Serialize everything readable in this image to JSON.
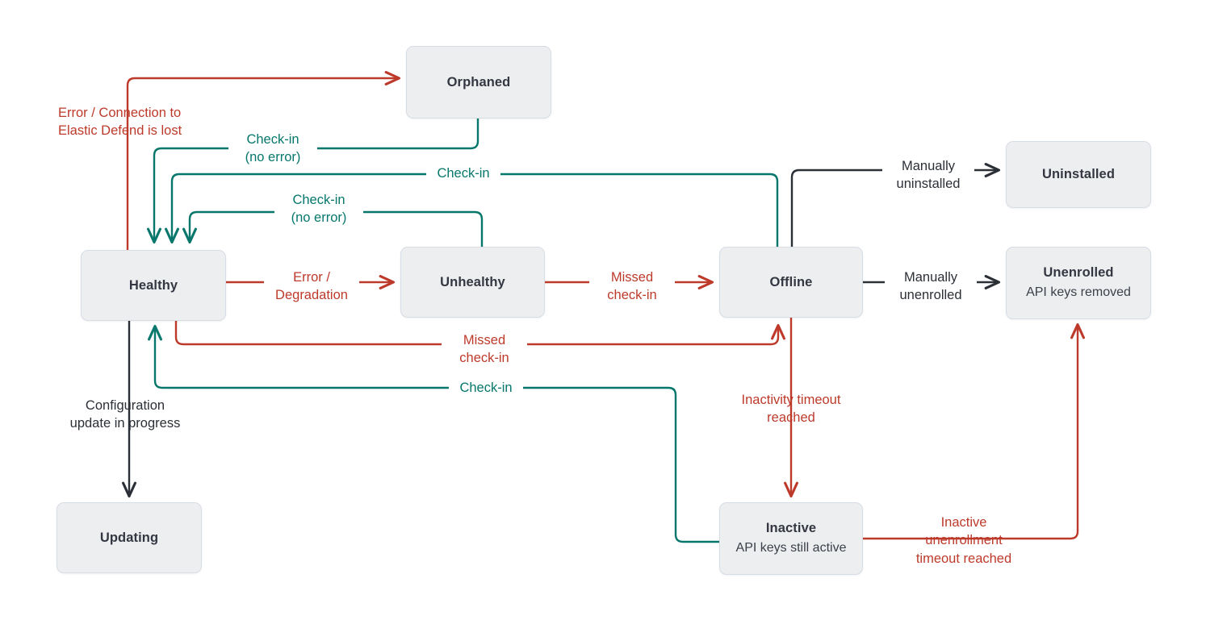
{
  "diagram": {
    "title": "Elastic Agent status state diagram",
    "colors": {
      "error": "#bd3a2b",
      "success": "#07776c",
      "neutral": "#2b2f36",
      "node_fill": "#eceef0",
      "node_border": "#d7dde5",
      "background": "#ffffff"
    },
    "nodes": [
      {
        "id": "orphaned",
        "title": "Orphaned",
        "subtitle": ""
      },
      {
        "id": "healthy",
        "title": "Healthy",
        "subtitle": ""
      },
      {
        "id": "unhealthy",
        "title": "Unhealthy",
        "subtitle": ""
      },
      {
        "id": "offline",
        "title": "Offline",
        "subtitle": ""
      },
      {
        "id": "uninstalled",
        "title": "Uninstalled",
        "subtitle": ""
      },
      {
        "id": "unenrolled",
        "title": "Unenrolled",
        "subtitle": "API keys removed"
      },
      {
        "id": "updating",
        "title": "Updating",
        "subtitle": ""
      },
      {
        "id": "inactive",
        "title": "Inactive",
        "subtitle": "API keys still active"
      }
    ],
    "edges": [
      {
        "id": "healthy-to-orphaned",
        "from": "healthy",
        "to": "orphaned",
        "label": "Error / Connection to\nElastic Defend is lost",
        "color": "error"
      },
      {
        "id": "orphaned-to-healthy",
        "from": "orphaned",
        "to": "healthy",
        "label": "Check-in\n(no error)",
        "color": "success"
      },
      {
        "id": "offline-to-healthy",
        "from": "offline",
        "to": "healthy",
        "label": "Check-in",
        "color": "success"
      },
      {
        "id": "unhealthy-to-healthy",
        "from": "unhealthy",
        "to": "healthy",
        "label": "Check-in\n(no error)",
        "color": "success"
      },
      {
        "id": "healthy-to-unhealthy",
        "from": "healthy",
        "to": "unhealthy",
        "label": "Error /\nDegradation",
        "color": "error"
      },
      {
        "id": "unhealthy-to-offline",
        "from": "unhealthy",
        "to": "offline",
        "label": "Missed\ncheck-in",
        "color": "error"
      },
      {
        "id": "healthy-to-offline",
        "from": "healthy",
        "to": "offline",
        "label": "Missed\ncheck-in",
        "color": "error"
      },
      {
        "id": "offline-to-uninstalled",
        "from": "offline",
        "to": "uninstalled",
        "label": "Manually\nuninstalled",
        "color": "neutral"
      },
      {
        "id": "offline-to-unenrolled",
        "from": "offline",
        "to": "unenrolled",
        "label": "Manually\nunenrolled",
        "color": "neutral"
      },
      {
        "id": "healthy-to-updating",
        "from": "healthy",
        "to": "updating",
        "label": "Configuration\nupdate in progress",
        "color": "neutral"
      },
      {
        "id": "offline-to-inactive",
        "from": "offline",
        "to": "inactive",
        "label": "Inactivity timeout\nreached",
        "color": "error"
      },
      {
        "id": "inactive-to-healthy",
        "from": "inactive",
        "to": "healthy",
        "label": "Check-in",
        "color": "success"
      },
      {
        "id": "inactive-to-unenrolled",
        "from": "inactive",
        "to": "unenrolled",
        "label": "Inactive\nunenrollment\ntimeout reached",
        "color": "error"
      }
    ]
  }
}
